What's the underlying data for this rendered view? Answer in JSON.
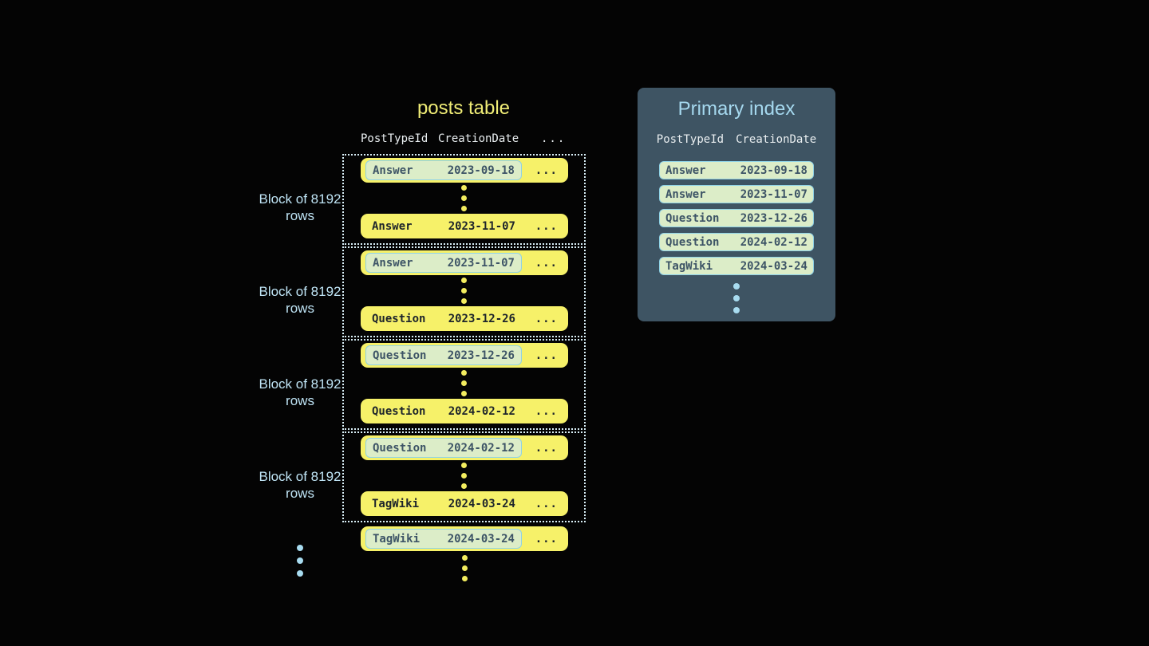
{
  "posts_table": {
    "title": "posts table",
    "columns": [
      "PostTypeId",
      "CreationDate",
      "..."
    ],
    "row_ellipsis": "...",
    "block_label": "Block of 8192 rows",
    "blocks": [
      {
        "first": {
          "type": "Answer",
          "date": "2023-09-18"
        },
        "last": {
          "type": "Answer",
          "date": "2023-11-07"
        }
      },
      {
        "first": {
          "type": "Answer",
          "date": "2023-11-07"
        },
        "last": {
          "type": "Question",
          "date": "2023-12-26"
        }
      },
      {
        "first": {
          "type": "Question",
          "date": "2023-12-26"
        },
        "last": {
          "type": "Question",
          "date": "2024-02-12"
        }
      },
      {
        "first": {
          "type": "Question",
          "date": "2024-02-12"
        },
        "last": {
          "type": "TagWiki",
          "date": "2024-03-24"
        }
      }
    ],
    "overflow_row": {
      "type": "TagWiki",
      "date": "2024-03-24"
    }
  },
  "primary_index": {
    "title": "Primary index",
    "columns": [
      "PostTypeId",
      "CreationDate"
    ],
    "rows": [
      {
        "type": "Answer",
        "date": "2023-09-18"
      },
      {
        "type": "Answer",
        "date": "2023-11-07"
      },
      {
        "type": "Question",
        "date": "2023-12-26"
      },
      {
        "type": "Question",
        "date": "2024-02-12"
      },
      {
        "type": "TagWiki",
        "date": "2024-03-24"
      }
    ]
  },
  "colors": {
    "background": "#040404",
    "row_yellow": "#f6f169",
    "title_yellow": "#f0ed76",
    "highlight_green": "#dcedc8",
    "highlight_border": "#8fd2e6",
    "panel_background": "#3e5463",
    "accent_blue": "#a8dcf0",
    "label_blue": "#bfe4f5",
    "header_text": "#e9eef0",
    "dark_text": "#1d242b",
    "slate_text": "#3d5466",
    "block_border": "#d8eef6"
  }
}
